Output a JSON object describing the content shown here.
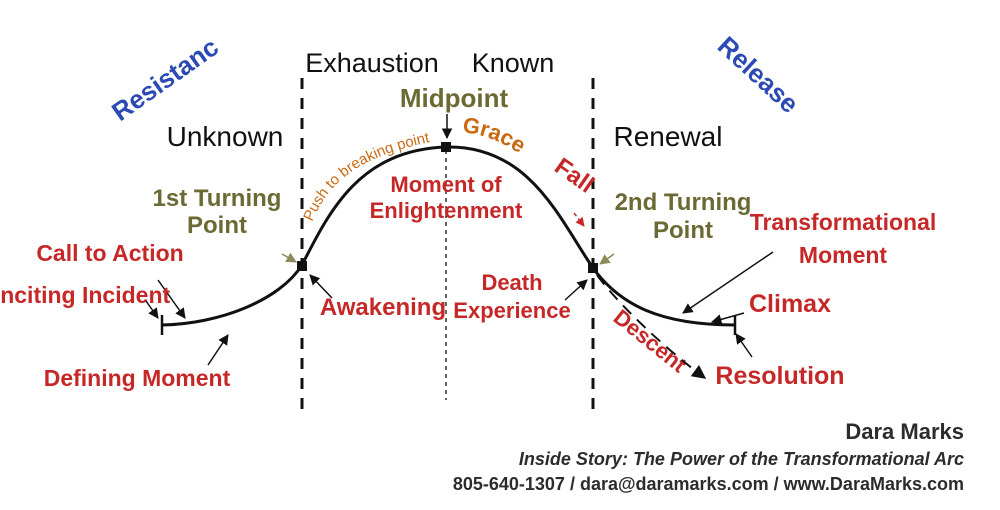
{
  "zones": {
    "resistance": "Resistance",
    "release": "Release",
    "exhaustion": "Exhaustion",
    "known": "Known",
    "unknown": "Unknown",
    "renewal": "Renewal"
  },
  "points": {
    "midpoint": "Midpoint",
    "first_turning_line1": "1st Turning",
    "first_turning_line2": "Point",
    "second_turning_line1": "2nd Turning",
    "second_turning_line2": "Point"
  },
  "beats": {
    "push": "Push to breaking point",
    "grace": "Grace",
    "fall": "Fall",
    "enlightenment_line1": "Moment of",
    "enlightenment_line2": "Enlightenment",
    "call_to_action": "Call to Action",
    "inciting_incident": "Inciting Incident",
    "defining_moment": "Defining Moment",
    "awakening": "Awakening",
    "death_line1": "Death",
    "death_line2": "Experience",
    "descent": "Descent",
    "transformational_line1": "Transformational",
    "transformational_line2": "Moment",
    "climax": "Climax",
    "resolution": "Resolution"
  },
  "footer": {
    "author": "Dara Marks",
    "book": "Inside Story: The Power of the Transformational Arc",
    "contact": "805-640-1307 / dara@daramarks.com / www.DaraMarks.com"
  },
  "colors": {
    "beat_text": "#c62828",
    "point_text": "#6b6a35",
    "zone_blue": "#2b4ab3",
    "orange": "#c96a12",
    "arc": "#111111"
  }
}
